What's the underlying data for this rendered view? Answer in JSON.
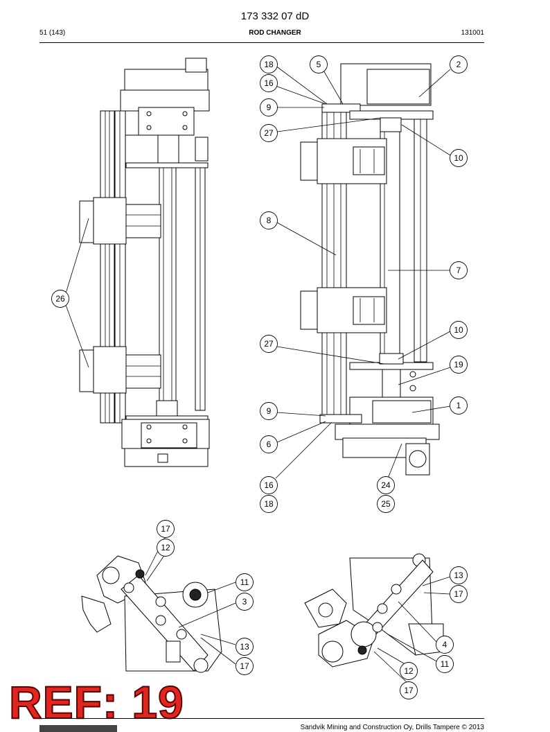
{
  "header": {
    "doc_code": "173 332 07 dD",
    "page": "51 (143)",
    "section_title": "ROD CHANGER",
    "doc_date": "131001"
  },
  "callouts": {
    "c18a": "18",
    "c5": "5",
    "c2": "2",
    "c16a": "16",
    "c9a": "9",
    "c27a": "27",
    "c10a": "10",
    "c8": "8",
    "c7": "7",
    "c26": "26",
    "c10b": "10",
    "c27b": "27",
    "c19": "19",
    "c1": "1",
    "c9b": "9",
    "c6": "6",
    "c16b": "16",
    "c24": "24",
    "c18b": "18",
    "c25": "25",
    "c17a": "17",
    "c12a": "12",
    "c11a": "11",
    "c3": "3",
    "c13a": "13",
    "c17b": "17",
    "c13b": "13",
    "c17c": "17",
    "c4": "4",
    "c11b": "11",
    "c12b": "12",
    "c17d": "17"
  },
  "stamp": {
    "text": "REF: 19"
  },
  "footer": {
    "text": "Sandvik Mining and Construction Oy, Drills Tampere © 2013"
  }
}
